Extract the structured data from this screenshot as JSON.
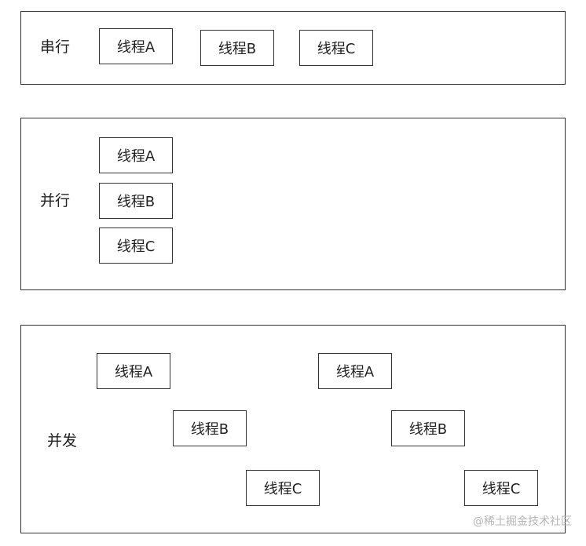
{
  "panels": {
    "serial": {
      "label": "串行",
      "threads": [
        "线程A",
        "线程B",
        "线程C"
      ]
    },
    "parallel": {
      "label": "并行",
      "threads": [
        "线程A",
        "线程B",
        "线程C"
      ]
    },
    "concurrent": {
      "label": "并发",
      "threads": [
        "线程A",
        "线程B",
        "线程C",
        "线程A",
        "线程B",
        "线程C"
      ]
    }
  },
  "watermark": "@稀土掘金技术社区"
}
